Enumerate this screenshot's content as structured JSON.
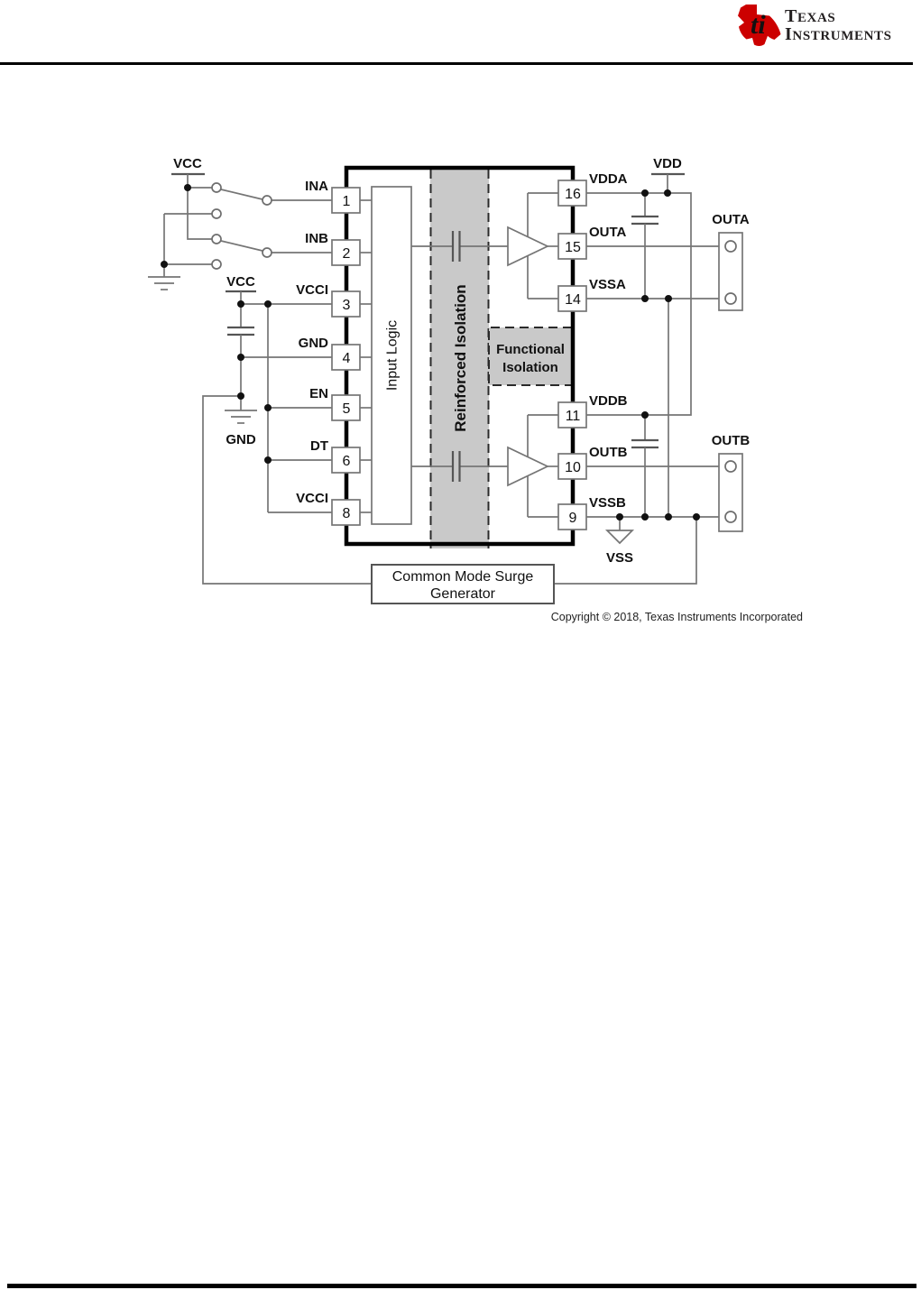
{
  "header": {
    "logo_ti": "ti",
    "brand_line1": "TEXAS",
    "brand_line2": "INSTRUMENTS"
  },
  "diagram": {
    "supplies": {
      "vcc_top": "VCC",
      "vcc_left": "VCC",
      "gnd_left": "GND",
      "vdd": "VDD",
      "vss": "VSS"
    },
    "left_pins": [
      {
        "num": "1",
        "label": "INA"
      },
      {
        "num": "2",
        "label": "INB"
      },
      {
        "num": "3",
        "label": "VCCI"
      },
      {
        "num": "4",
        "label": "GND"
      },
      {
        "num": "5",
        "label": "EN"
      },
      {
        "num": "6",
        "label": "DT"
      },
      {
        "num": "8",
        "label": "VCCI"
      }
    ],
    "right_pins": [
      {
        "num": "16",
        "label": "VDDA"
      },
      {
        "num": "15",
        "label": "OUTA"
      },
      {
        "num": "14",
        "label": "VSSA"
      },
      {
        "num": "11",
        "label": "VDDB"
      },
      {
        "num": "10",
        "label": "OUTB"
      },
      {
        "num": "9",
        "label": "VSSB"
      }
    ],
    "blocks": {
      "input_logic": "Input Logic",
      "reinforced_isolation": "Reinforced Isolation",
      "functional_isolation_line1": "Functional",
      "functional_isolation_line2": "Isolation",
      "surge_line1": "Common Mode Surge",
      "surge_line2": "Generator"
    },
    "connectors": {
      "outa": "OUTA",
      "outb": "OUTB"
    },
    "copyright": "Copyright © 2018, Texas Instruments Incorporated"
  },
  "colors": {
    "brand_red": "#cc0000",
    "isolation_gray": "#c9c9c9",
    "wire_gray": "#757575",
    "text": "#111111"
  }
}
